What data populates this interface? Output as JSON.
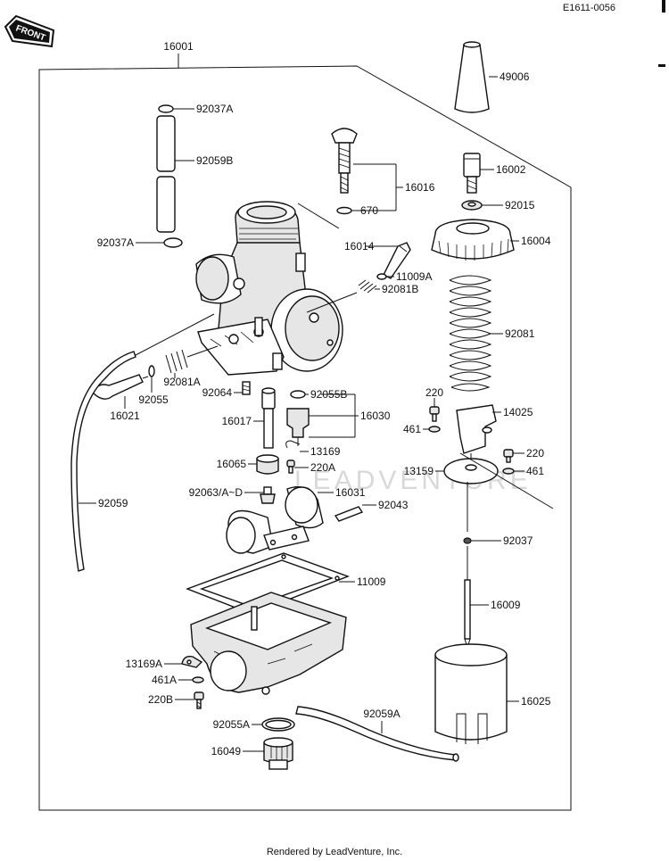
{
  "header": {
    "code": "E1611-0056",
    "front_label": "FRONT"
  },
  "footer": {
    "rendered_by": "Rendered by LeadVenture, Inc."
  },
  "watermark": "LEADVENTURE",
  "labels": {
    "p16001": "16001",
    "p49006": "49006",
    "p92037A_top": "92037A",
    "p92059B": "92059B",
    "p16016": "16016",
    "p16002": "16002",
    "p92015": "92015",
    "p670": "670",
    "p16004": "16004",
    "p92037A_low": "92037A",
    "p16014": "16014",
    "p11009A": "11009A",
    "p92081B": "92081B",
    "p92081": "92081",
    "p92081A": "92081A",
    "p92055": "92055",
    "p16021": "16021",
    "p92064": "92064",
    "p92055B": "92055B",
    "p220_a": "220",
    "p14025": "14025",
    "p16017": "16017",
    "p16030": "16030",
    "p461_a": "461",
    "p220_b": "220",
    "p13169": "13169",
    "p13159": "13159",
    "p461_b": "461",
    "p16065": "16065",
    "p220A": "220A",
    "p92063": "92063/A~D",
    "p16031": "16031",
    "p92059": "92059",
    "p92043": "92043",
    "p92037": "92037",
    "p11009": "11009",
    "p16009": "16009",
    "p13169A": "13169A",
    "p461A": "461A",
    "p16025": "16025",
    "p220B": "220B",
    "p92055A": "92055A",
    "p92059A": "92059A",
    "p16049": "16049"
  }
}
